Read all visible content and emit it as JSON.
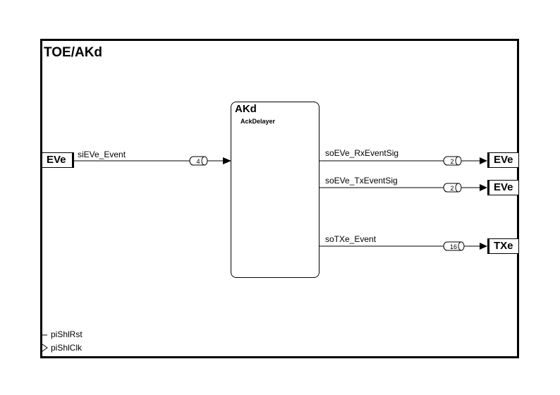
{
  "diagram": {
    "title": "TOE/AKd",
    "block": {
      "name": "AKd",
      "subtitle": "AckDelayer"
    },
    "inputs": [
      {
        "port": "EVe",
        "signal": "siEVe_Event",
        "width": "4"
      }
    ],
    "outputs": [
      {
        "port": "EVe",
        "signal": "soEVe_RxEventSig",
        "width": "2"
      },
      {
        "port": "EVe",
        "signal": "soEVe_TxEventSig",
        "width": "2"
      },
      {
        "port": "TXe",
        "signal": "soTXe_Event",
        "width": "16"
      }
    ],
    "pins": {
      "reset": "piShlRst",
      "clock": "piShlClk"
    }
  }
}
